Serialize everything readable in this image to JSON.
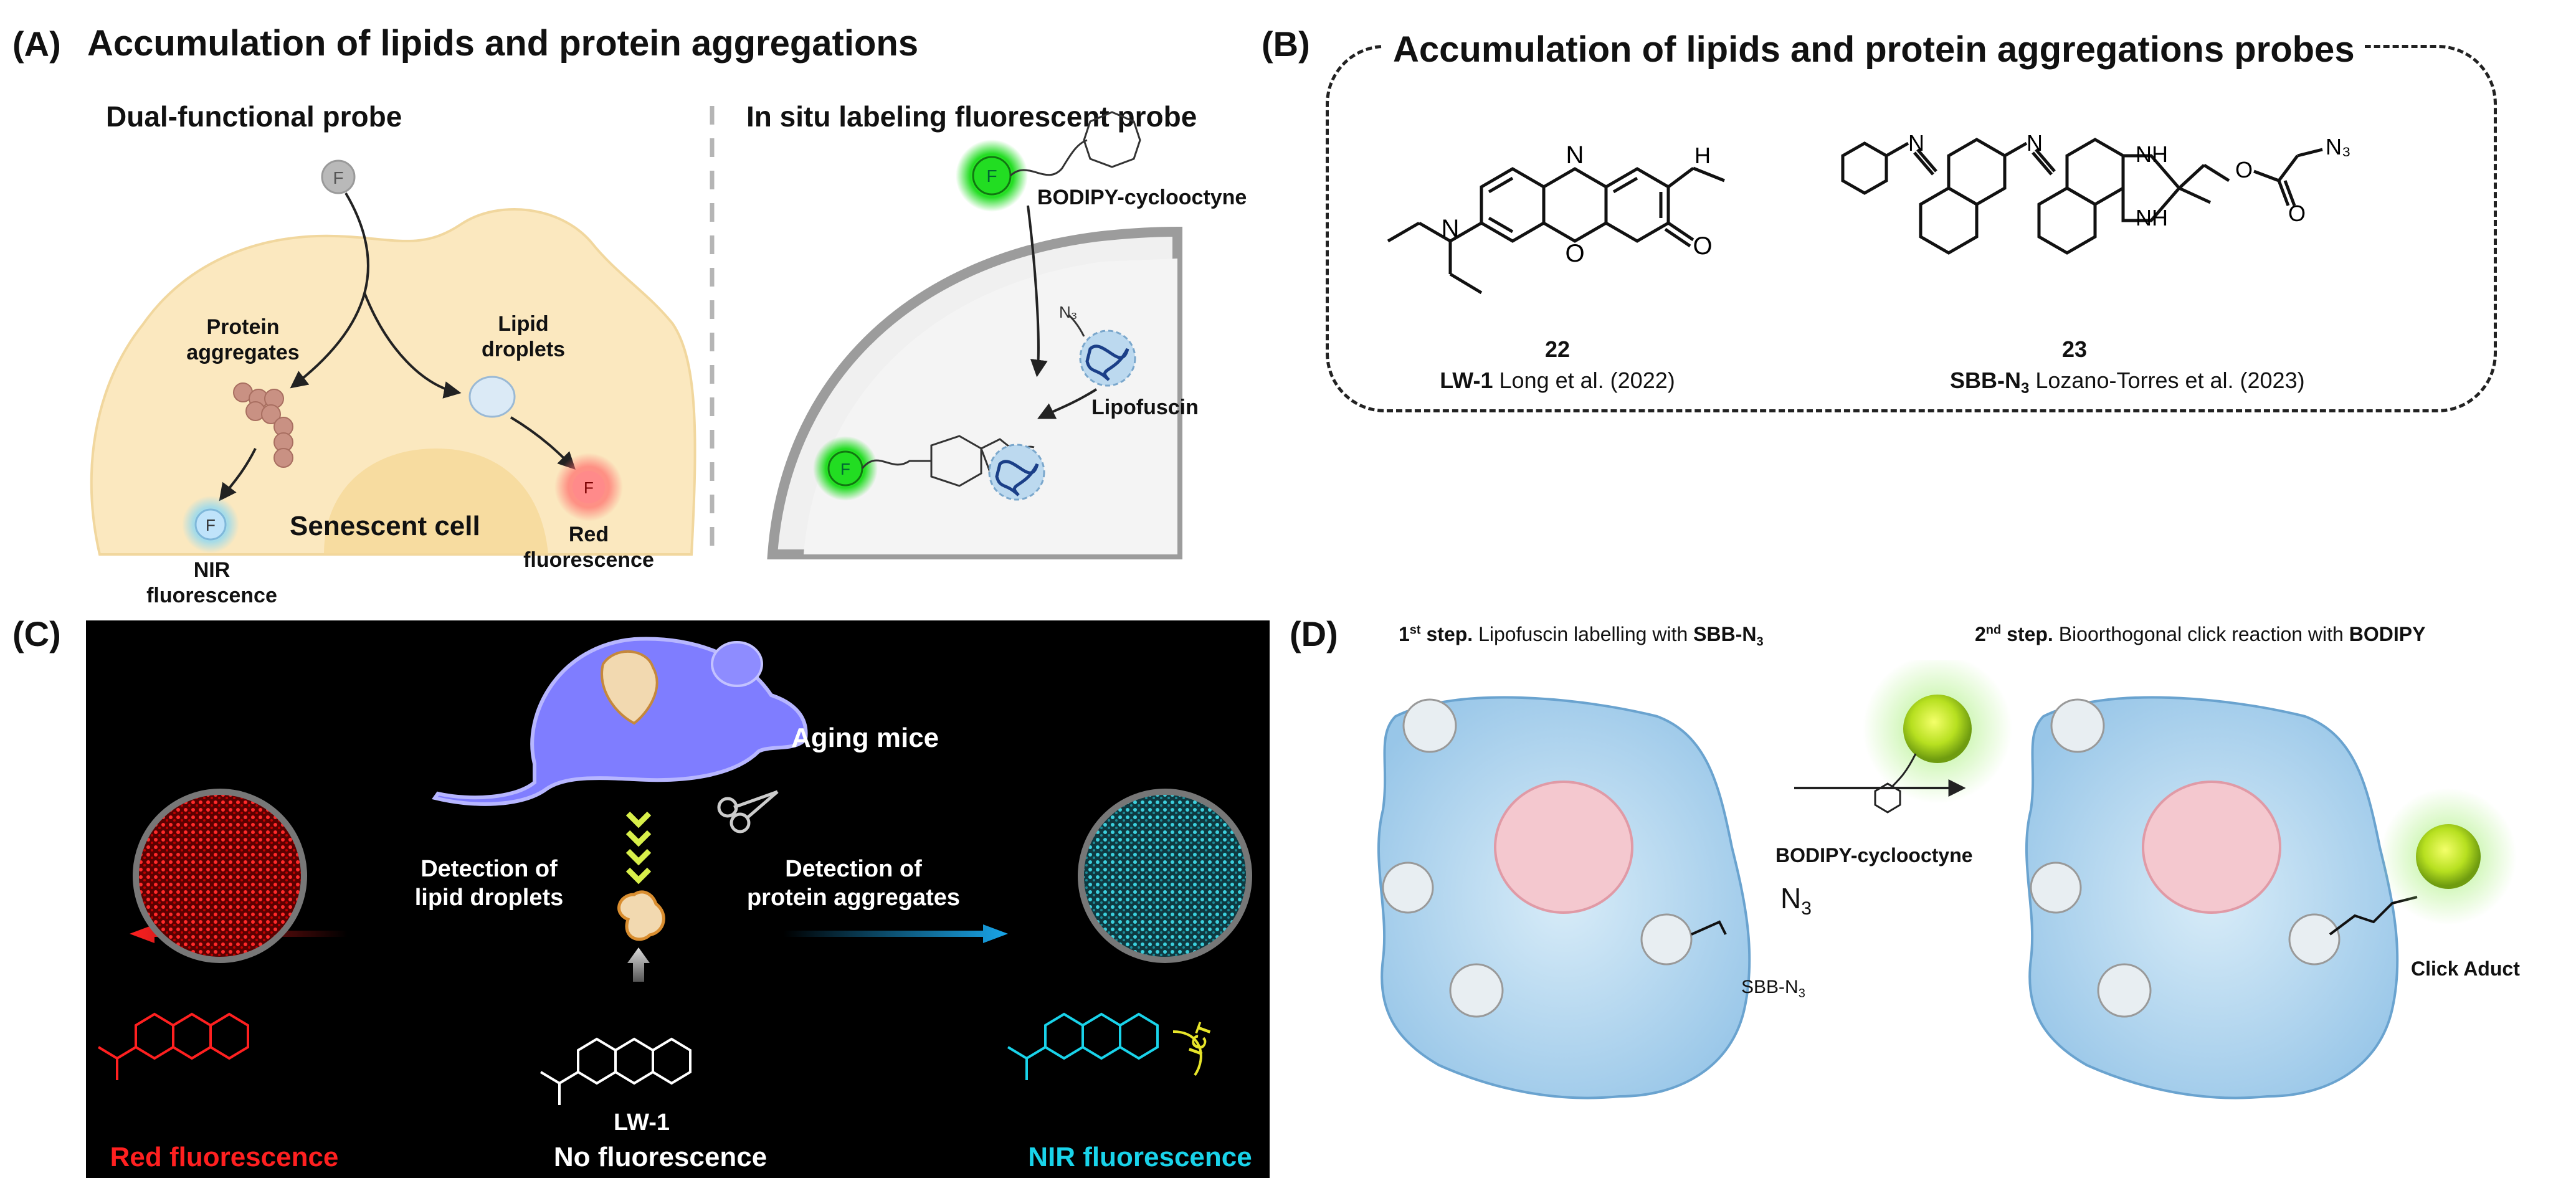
{
  "panelA": {
    "letter": "(A)",
    "title": "Accumulation of lipids and protein aggregations",
    "left_subtitle": "Dual-functional probe",
    "right_subtitle": "In situ labeling fluorescent probe",
    "probe_letter": "F",
    "protein_aggregates": "Protein\naggregates",
    "lipid_droplets": "Lipid\ndroplets",
    "senescent_cell": "Senescent cell",
    "nir": "NIR\nfluorescence",
    "red": "Red\nfluorescence",
    "bodipy_cyclooctyne": "BODIPY-cyclooctyne",
    "lipofuscin": "Lipofuscin",
    "azide": "N₃"
  },
  "panelB": {
    "letter": "(B)",
    "title": "Accumulation of lipids and protein aggregations probes",
    "c22_num": "22",
    "c22_name": "LW-1",
    "c22_cite": " Long et al. (2022)",
    "c23_num": "23",
    "c23_name": "SBB-N",
    "c23_sub": "3",
    "c23_cite": " Lozano-Torres et al. (2023)",
    "atom_N": "N",
    "atom_O": "O",
    "atom_H": "H",
    "atom_NH": "NH",
    "atom_N3": "N₃"
  },
  "panelC": {
    "letter": "(C)",
    "aging_mice": "Aging mice",
    "detect_lipid": "Detection of\nlipid droplets",
    "detect_protein": "Detection of\nprotein aggregates",
    "lw1": "LW-1",
    "no_fluor": "No fluorescence",
    "red_fluor": "Red fluorescence",
    "nir_fluor": "NIR fluorescence",
    "ict": "ICT",
    "colors": {
      "red": "#ff2020",
      "cyan": "#19d3ea",
      "white": "#ffffff"
    }
  },
  "panelD": {
    "letter": "(D)",
    "step1_sup": "st",
    "step1_prefix": "1",
    "step1_bold": " step.",
    "step1_text": " Lipofuscin labelling with ",
    "step1_probe": "SBB-N",
    "step1_sub": "3",
    "step2_prefix": "2",
    "step2_sup": "nd",
    "step2_bold": " step.",
    "step2_text": " Bioorthogonal click reaction with ",
    "step2_probe": "BODIPY",
    "arrow_label": "BODIPY-cyclooctyne",
    "n3": "N",
    "n3_sub": "3",
    "sbb_label": "SBB-N",
    "sbb_sub": "3",
    "click_adduct": "Click Aduct"
  }
}
